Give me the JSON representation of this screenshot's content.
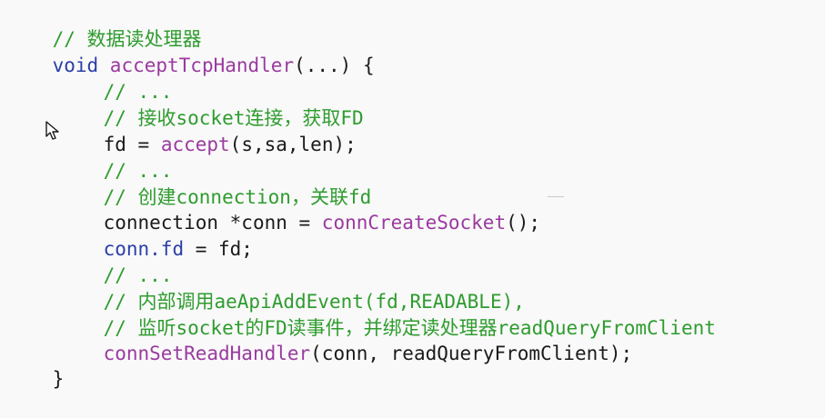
{
  "code": {
    "lines": [
      {
        "t": "// 数据读处理器"
      },
      {
        "t1": "void",
        "t2": " acceptTcpHandler",
        "t3": "(...) {"
      },
      {
        "t": "// ..."
      },
      {
        "t": "// 接收socket连接，获取FD"
      },
      {
        "t1": "fd",
        "t2": " = ",
        "t3": "accept",
        "t4": "(s,sa,len);"
      },
      {
        "t": "// ..."
      },
      {
        "t": "// 创建connection，关联fd"
      },
      {
        "t1": "connection *conn = ",
        "t2": "connCreateSocket",
        "t3": "();"
      },
      {
        "t1": "conn",
        "t2": ".fd",
        "t3": " = fd;"
      },
      {
        "t": "// ..."
      },
      {
        "t": "// 内部调用aeApiAddEvent(fd,READABLE),"
      },
      {
        "t": "// 监听socket的FD读事件，并绑定读处理器readQueryFromClient"
      },
      {
        "t1": "connSetReadHandler",
        "t2": "(conn, readQueryFromClient);"
      },
      {
        "t": "}"
      }
    ]
  },
  "icons": {
    "cursor": "mouse-pointer-icon"
  },
  "colors": {
    "background": "#f9f9f9",
    "comment": "#2e9c2e",
    "keyword": "#2b3ea8",
    "function": "#9a3aa0",
    "text": "#1b1b1b"
  }
}
